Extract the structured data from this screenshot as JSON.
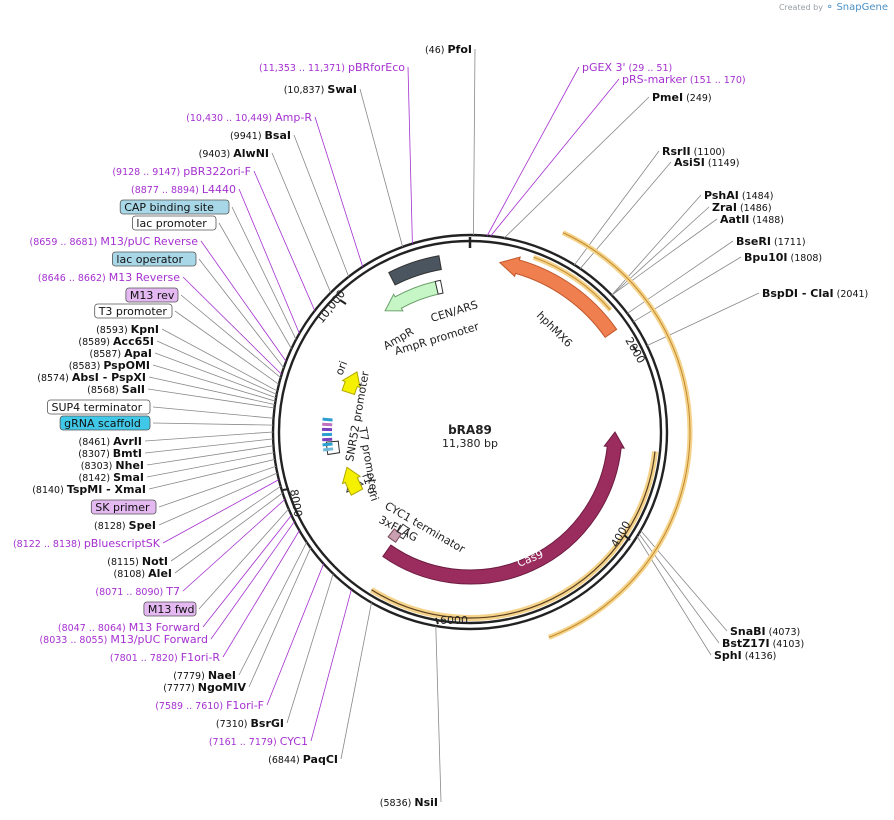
{
  "branding": {
    "created_by": "Created by",
    "name": "SnapGene"
  },
  "plasmid": {
    "name": "bRA89",
    "length": "11,380 bp"
  },
  "ticks": [
    "2000",
    "4000",
    "6000",
    "8000",
    "10,000"
  ],
  "features": [
    {
      "name": "CEN/ARS",
      "color": "#4a5560"
    },
    {
      "name": "hphMX6",
      "color": "#f07f4f"
    },
    {
      "name": "AmpR",
      "color": "#c6f5c6"
    },
    {
      "name": "AmpR promoter",
      "color": "#ffffff"
    },
    {
      "name": "ori",
      "color": "#f5f000"
    },
    {
      "name": "SNR52 promoter",
      "color": "#ffffff"
    },
    {
      "name": "T7 promoter",
      "color": "#ffffff"
    },
    {
      "name": "f1 ori",
      "color": "#f5f000"
    },
    {
      "name": "CYC1 terminator",
      "color": "#ffffff"
    },
    {
      "name": "3xFLAG",
      "color": "#c9a0b0"
    },
    {
      "name": "Cas9",
      "color": "#9b2c5e"
    }
  ],
  "labels": [
    {
      "pos": "(46)",
      "name": "PfoI",
      "kind": "enzyme"
    },
    {
      "pos": "(11,353 .. 11,371)",
      "name": "pBRforEco",
      "kind": "primer"
    },
    {
      "pos": "(10,837)",
      "name": "SwaI",
      "kind": "enzyme"
    },
    {
      "pos": "(29 .. 51)",
      "name": "pGEX 3'",
      "kind": "primer"
    },
    {
      "pos": "(151 .. 170)",
      "name": "pRS-marker",
      "kind": "primer"
    },
    {
      "pos": "(249)",
      "name": "PmeI",
      "kind": "enzyme"
    },
    {
      "pos": "(10,430 .. 10,449)",
      "name": "Amp-R",
      "kind": "primer"
    },
    {
      "pos": "(9941)",
      "name": "BsaI",
      "kind": "enzyme"
    },
    {
      "pos": "(9403)",
      "name": "AlwNI",
      "kind": "enzyme"
    },
    {
      "pos": "(1100)",
      "name": "RsrII",
      "kind": "enzyme"
    },
    {
      "pos": "(1149)",
      "name": "AsiSI",
      "kind": "enzyme"
    },
    {
      "pos": "(9128 .. 9147)",
      "name": "pBR322ori-F",
      "kind": "primer"
    },
    {
      "pos": "(8877 .. 8894)",
      "name": "L4440",
      "kind": "primer"
    },
    {
      "pos": "(1484)",
      "name": "PshAI",
      "kind": "enzyme"
    },
    {
      "pos": "(1486)",
      "name": "ZraI",
      "kind": "enzyme"
    },
    {
      "pos": "(1488)",
      "name": "AatII",
      "kind": "enzyme"
    },
    {
      "pos": "",
      "name": "CAP binding site",
      "kind": "box-blue"
    },
    {
      "pos": "",
      "name": "lac promoter",
      "kind": "box-white"
    },
    {
      "pos": "(1711)",
      "name": "BseRI",
      "kind": "enzyme"
    },
    {
      "pos": "(8659 .. 8681)",
      "name": "M13/pUC Reverse",
      "kind": "primer"
    },
    {
      "pos": "(1808)",
      "name": "Bpu10I",
      "kind": "enzyme"
    },
    {
      "pos": "",
      "name": "lac operator",
      "kind": "box-blue"
    },
    {
      "pos": "(8646 .. 8662)",
      "name": "M13 Reverse",
      "kind": "primer"
    },
    {
      "pos": "(2041)",
      "name": "BspDI - ClaI",
      "kind": "enzyme"
    },
    {
      "pos": "",
      "name": "M13 rev",
      "kind": "box-purple"
    },
    {
      "pos": "",
      "name": "T3 promoter",
      "kind": "box-white"
    },
    {
      "pos": "(8593)",
      "name": "KpnI",
      "kind": "enzyme"
    },
    {
      "pos": "(8589)",
      "name": "Acc65I",
      "kind": "enzyme"
    },
    {
      "pos": "(8587)",
      "name": "ApaI",
      "kind": "enzyme"
    },
    {
      "pos": "(8583)",
      "name": "PspOMI",
      "kind": "enzyme"
    },
    {
      "pos": "(8574)",
      "name": "AbsI - PspXI",
      "kind": "enzyme"
    },
    {
      "pos": "(8568)",
      "name": "SalI",
      "kind": "enzyme"
    },
    {
      "pos": "",
      "name": "SUP4 terminator",
      "kind": "box-white"
    },
    {
      "pos": "",
      "name": "gRNA scaffold",
      "kind": "box-cyan"
    },
    {
      "pos": "(8461)",
      "name": "AvrII",
      "kind": "enzyme"
    },
    {
      "pos": "(8307)",
      "name": "BmtI",
      "kind": "enzyme"
    },
    {
      "pos": "(8303)",
      "name": "NheI",
      "kind": "enzyme"
    },
    {
      "pos": "(8142)",
      "name": "SmaI",
      "kind": "enzyme"
    },
    {
      "pos": "(8140)",
      "name": "TspMI - XmaI",
      "kind": "enzyme"
    },
    {
      "pos": "",
      "name": "SK primer",
      "kind": "box-purple"
    },
    {
      "pos": "(8128)",
      "name": "SpeI",
      "kind": "enzyme"
    },
    {
      "pos": "(8122 .. 8138)",
      "name": "pBluescriptSK",
      "kind": "primer"
    },
    {
      "pos": "(8115)",
      "name": "NotI",
      "kind": "enzyme"
    },
    {
      "pos": "(8108)",
      "name": "AleI",
      "kind": "enzyme"
    },
    {
      "pos": "(8071 .. 8090)",
      "name": "T7",
      "kind": "primer"
    },
    {
      "pos": "",
      "name": "M13 fwd",
      "kind": "box-purple"
    },
    {
      "pos": "(8047 .. 8064)",
      "name": "M13 Forward",
      "kind": "primer"
    },
    {
      "pos": "(8033 .. 8055)",
      "name": "M13/pUC Forward",
      "kind": "primer"
    },
    {
      "pos": "(7801 .. 7820)",
      "name": "F1ori-R",
      "kind": "primer"
    },
    {
      "pos": "(7779)",
      "name": "NaeI",
      "kind": "enzyme"
    },
    {
      "pos": "(7777)",
      "name": "NgoMIV",
      "kind": "enzyme"
    },
    {
      "pos": "(7589 .. 7610)",
      "name": "F1ori-F",
      "kind": "primer"
    },
    {
      "pos": "(7310)",
      "name": "BsrGI",
      "kind": "enzyme"
    },
    {
      "pos": "(7161 .. 7179)",
      "name": "CYC1",
      "kind": "primer"
    },
    {
      "pos": "(6844)",
      "name": "PaqCI",
      "kind": "enzyme"
    },
    {
      "pos": "(5836)",
      "name": "NsiI",
      "kind": "enzyme"
    },
    {
      "pos": "(4073)",
      "name": "SnaBI",
      "kind": "enzyme"
    },
    {
      "pos": "(4103)",
      "name": "BstZ17I",
      "kind": "enzyme"
    },
    {
      "pos": "(4136)",
      "name": "SphI",
      "kind": "enzyme"
    }
  ]
}
